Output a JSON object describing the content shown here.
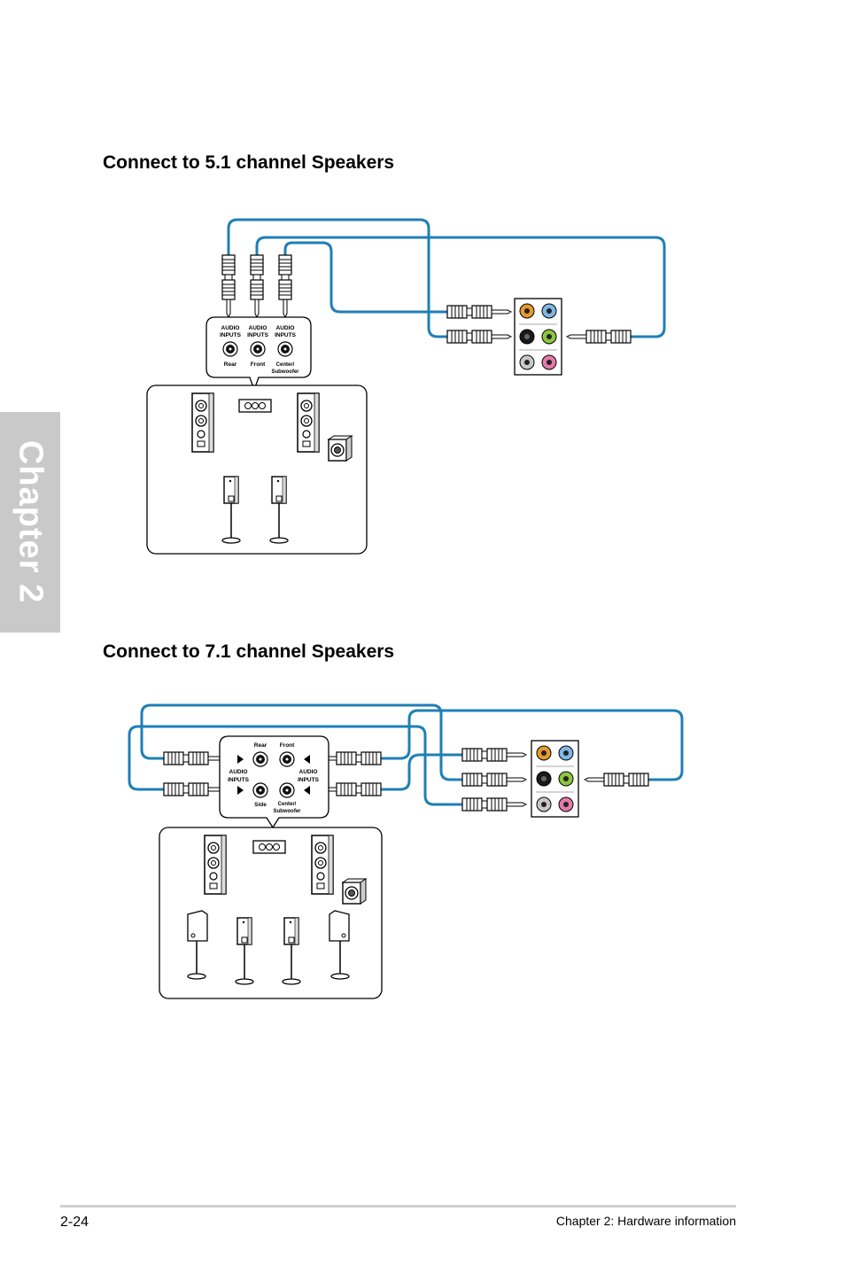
{
  "chapter_tab": "Chapter 2",
  "sections": {
    "s51": {
      "title": "Connect to 5.1 channel Speakers",
      "speaker_ports": [
        {
          "top": "AUDIO",
          "bottom": "INPUTS",
          "label": "Rear"
        },
        {
          "top": "AUDIO",
          "bottom": "INPUTS",
          "label": "Front"
        },
        {
          "top": "AUDIO",
          "bottom": "INPUTS",
          "label": "Center/",
          "label2": "Subwoofer"
        }
      ]
    },
    "s71": {
      "title": "Connect to 7.1 channel Speakers",
      "labels": {
        "rear": "Rear",
        "front": "Front",
        "side": "Side",
        "center": "Center/",
        "subwoofer": "Subwoofer",
        "audio_left": "AUDIO",
        "inputs_left": "INPUTS",
        "audio_right": "AUDIO",
        "inputs_right": "INPUTS"
      }
    }
  },
  "jack_colors": {
    "orange": "#e69a2e",
    "blue": "#7fb6e6",
    "black": "#1a1a1a",
    "green": "#8cc63e",
    "gray": "#c8c8c8",
    "pink": "#e47aa8",
    "cable": "#1f7fb5"
  },
  "footer": {
    "page_number": "2-24",
    "chapter": "Chapter 2: Hardware information"
  }
}
